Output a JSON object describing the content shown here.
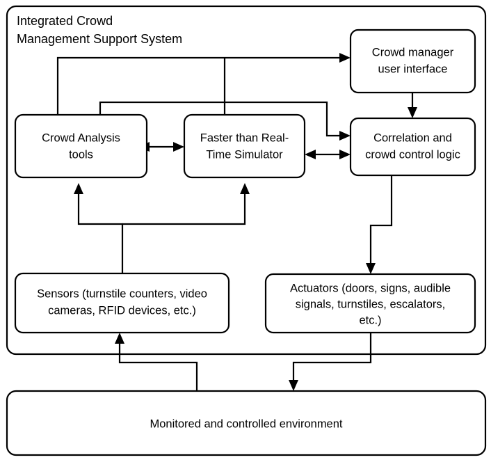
{
  "diagram": {
    "title": "Integrated Crowd Management Support System",
    "title_lines": [
      "Integrated Crowd",
      "Management Support System"
    ],
    "colors": {
      "background": "#ffffff",
      "stroke": "#000000",
      "text": "#000000",
      "box_fill": "#ffffff"
    },
    "containers": [
      {
        "id": "system-boundary",
        "label": "Integrated Crowd Management Support System",
        "shape": "rounded-rectangle"
      },
      {
        "id": "environment-boundary",
        "label": "Monitored and controlled environment",
        "shape": "rounded-rectangle"
      }
    ],
    "nodes": [
      {
        "id": "crowd-manager-user-interface",
        "label": "Crowd manager user interface",
        "lines": [
          "Crowd manager",
          "user interface"
        ]
      },
      {
        "id": "crowd-analysis-tools",
        "label": "Crowd Analysis tools",
        "lines": [
          "Crowd Analysis",
          "tools"
        ]
      },
      {
        "id": "faster-than-real-time-simulator",
        "label": "Faster than Real-Time Simulator",
        "lines": [
          "Faster than Real-",
          "Time Simulator"
        ]
      },
      {
        "id": "correlation-and-crowd-control-logic",
        "label": "Correlation and crowd control logic",
        "lines": [
          "Correlation and",
          "crowd control logic"
        ]
      },
      {
        "id": "sensors",
        "label": "Sensors (turnstile counters, video cameras, RFID devices, etc.)",
        "lines": [
          "Sensors (turnstile counters, video",
          "cameras, RFID devices, etc.)"
        ]
      },
      {
        "id": "actuators",
        "label": "Actuators (doors, signs, audible signals, turnstiles, escalators, etc.)",
        "lines": [
          "Actuators (doors, signs, audible",
          "signals, turnstiles, escalators,",
          "etc.)"
        ]
      },
      {
        "id": "monitored-and-controlled-environment",
        "label": "Monitored and controlled environment",
        "lines": [
          "Monitored and controlled environment"
        ]
      }
    ],
    "edges": [
      {
        "id": "analysis-to-user-interface",
        "from": "crowd-analysis-tools",
        "to": "crowd-manager-user-interface",
        "arrow": "single"
      },
      {
        "id": "simulator-to-user-interface",
        "from": "faster-than-real-time-simulator",
        "to": "crowd-manager-user-interface",
        "arrow": "single"
      },
      {
        "id": "user-interface-to-correlation",
        "from": "crowd-manager-user-interface",
        "to": "correlation-and-crowd-control-logic",
        "arrow": "single"
      },
      {
        "id": "analysis-to-correlation",
        "from": "crowd-analysis-tools",
        "to": "correlation-and-crowd-control-logic",
        "arrow": "single"
      },
      {
        "id": "analysis-simulator-bidirectional",
        "from": "crowd-analysis-tools",
        "to": "faster-than-real-time-simulator",
        "arrow": "double"
      },
      {
        "id": "simulator-correlation-bidirectional",
        "from": "faster-than-real-time-simulator",
        "to": "correlation-and-crowd-control-logic",
        "arrow": "double"
      },
      {
        "id": "sensors-to-analysis",
        "from": "sensors",
        "to": "crowd-analysis-tools",
        "arrow": "single"
      },
      {
        "id": "sensors-to-simulator",
        "from": "sensors",
        "to": "faster-than-real-time-simulator",
        "arrow": "single"
      },
      {
        "id": "correlation-to-actuators",
        "from": "correlation-and-crowd-control-logic",
        "to": "actuators",
        "arrow": "single"
      },
      {
        "id": "environment-to-sensors",
        "from": "monitored-and-controlled-environment",
        "to": "sensors",
        "arrow": "single"
      },
      {
        "id": "actuators-to-environment",
        "from": "actuators",
        "to": "monitored-and-controlled-environment",
        "arrow": "single"
      }
    ]
  }
}
